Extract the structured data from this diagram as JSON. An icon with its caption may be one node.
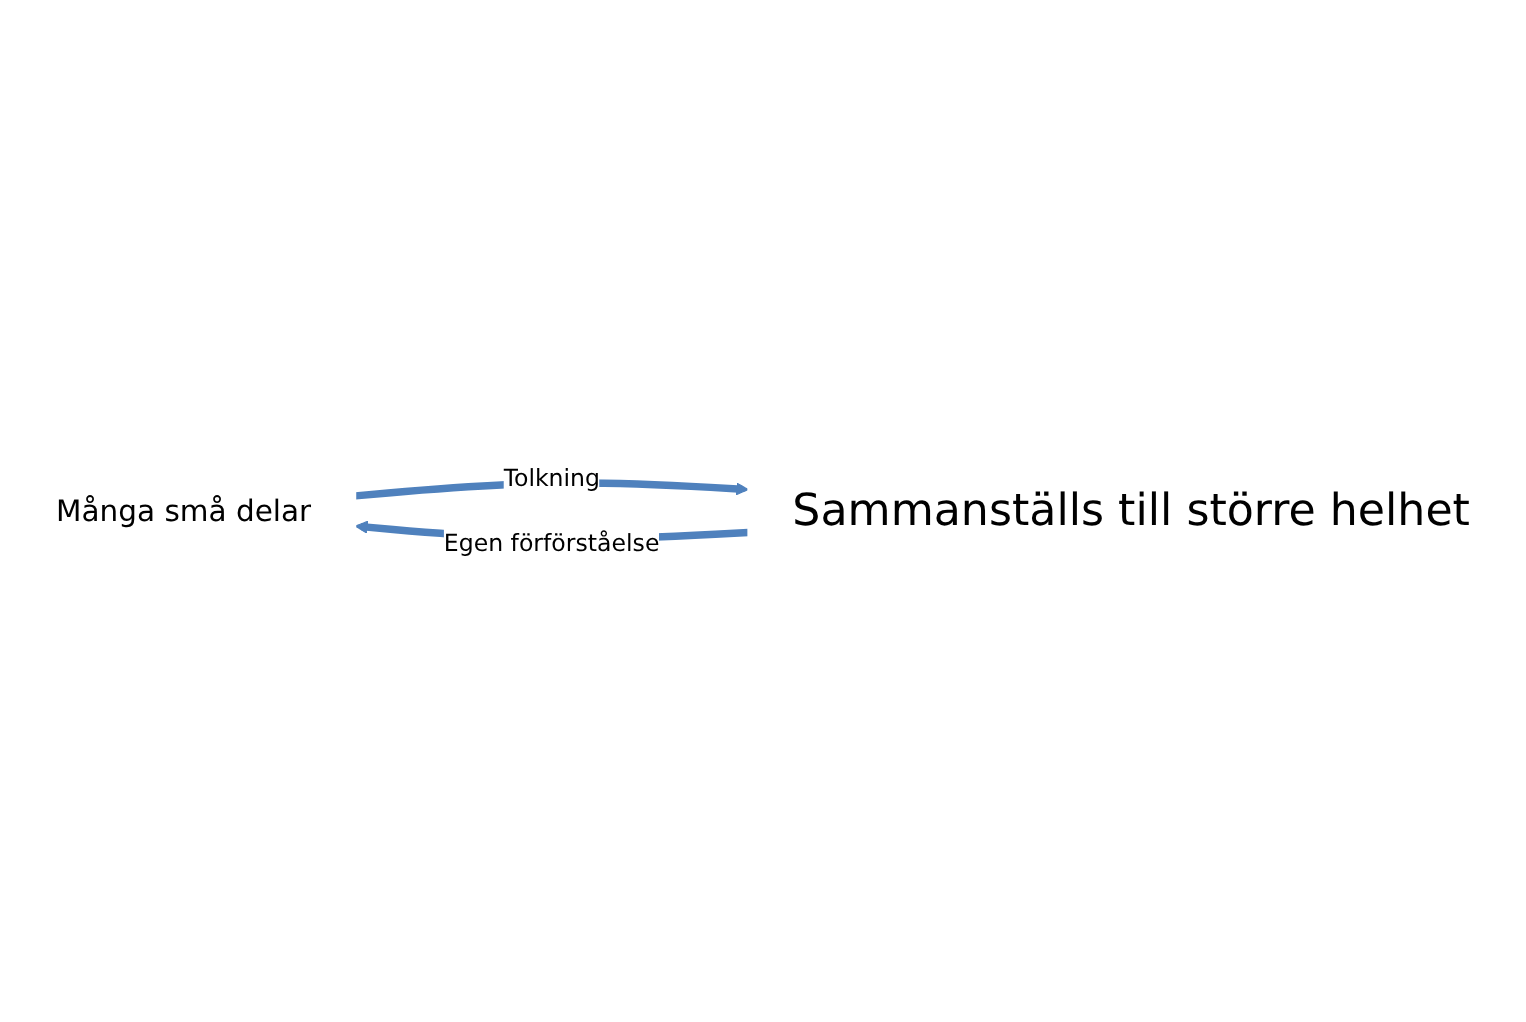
{
  "diagram": {
    "nodes": [
      {
        "text": [
          "Många små delar"
        ]
      },
      {
        "text": [
          "Sammanställs till större helhet"
        ]
      }
    ],
    "edges": [
      {
        "from": 1,
        "to": 0,
        "arrow": "to",
        "label": "Egen förförståelse"
      },
      {
        "from": 0,
        "to": 1,
        "arrow": "to",
        "label": "Tolkning"
      }
    ]
  }
}
